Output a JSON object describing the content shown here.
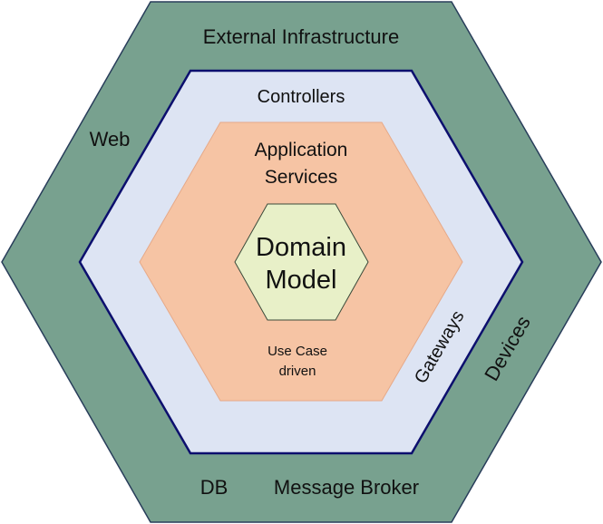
{
  "diagram": {
    "layers": {
      "outer": {
        "title": "External Infrastructure",
        "left": "Web",
        "right": "Devices",
        "bottom_left": "DB",
        "bottom_right": "Message Broker",
        "fill": "#78a18f",
        "stroke": "#283d5a"
      },
      "middle": {
        "title": "Controllers",
        "right": "Gateways",
        "fill": "#dde4f3",
        "stroke": "#0c0f6e"
      },
      "application": {
        "title_line1": "Application",
        "title_line2": "Services",
        "note_line1": "Use Case",
        "note_line2": "driven",
        "fill": "#f6c4a4",
        "stroke": "#e6a988"
      },
      "domain": {
        "line1": "Domain",
        "line2": "Model",
        "fill": "#e8f0c8",
        "stroke": "#3a4a3a"
      }
    }
  }
}
